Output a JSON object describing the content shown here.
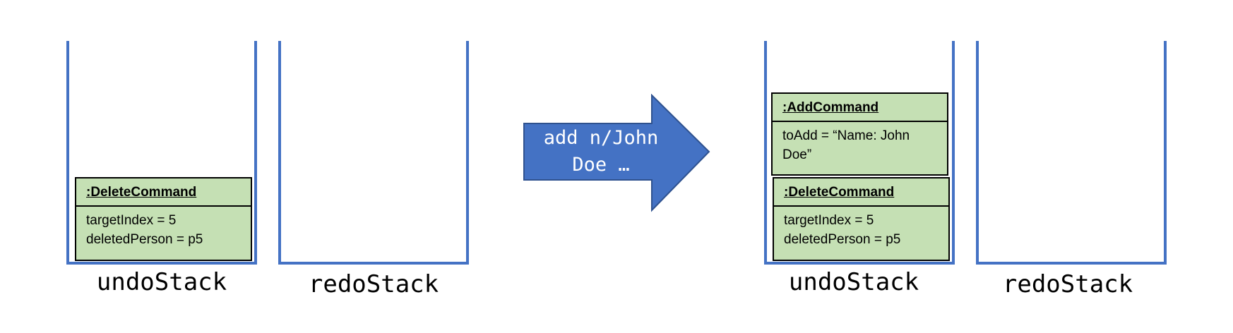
{
  "left_state": {
    "undo_stack": {
      "label": "undoStack",
      "objects": [
        {
          "title": ":DeleteCommand",
          "fields": [
            "targetIndex = 5",
            "deletedPerson = p5"
          ]
        }
      ]
    },
    "redo_stack": {
      "label": "redoStack",
      "objects": []
    }
  },
  "command_arrow": {
    "text": "add n/John\nDoe …",
    "color": "#4472c4"
  },
  "right_state": {
    "undo_stack": {
      "label": "undoStack",
      "objects": [
        {
          "title": ":AddCommand",
          "fields": [
            "toAdd = “Name: John",
            "Doe”"
          ]
        },
        {
          "title": ":DeleteCommand",
          "fields": [
            "targetIndex = 5",
            "deletedPerson = p5"
          ]
        }
      ]
    },
    "redo_stack": {
      "label": "redoStack",
      "objects": []
    }
  },
  "colors": {
    "stack_border": "#4472c4",
    "object_fill": "#c5e0b4"
  }
}
